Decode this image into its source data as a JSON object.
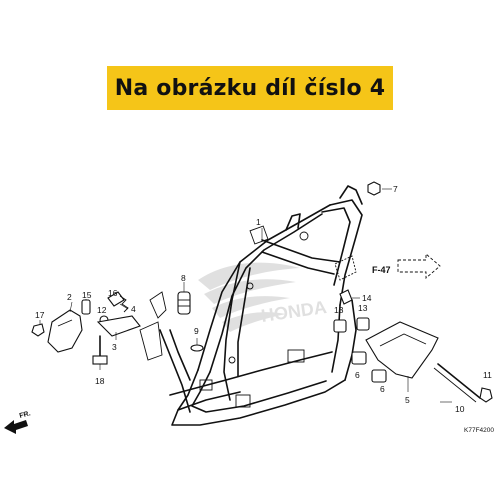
{
  "banner": {
    "text": "Na obrázku díl číslo 4",
    "bg_color": "#f5c518"
  },
  "watermark": {
    "text": "HONDA",
    "color": "#c8c8c8"
  },
  "callouts": [
    "1",
    "2",
    "3",
    "4",
    "5",
    "6",
    "6",
    "7",
    "8",
    "9",
    "10",
    "11",
    "12",
    "13",
    "13",
    "14",
    "15",
    "16",
    "17",
    "18"
  ],
  "reference": {
    "label": "F-47"
  },
  "direction": {
    "label": "FR."
  },
  "diagram_code": "K77F4200"
}
